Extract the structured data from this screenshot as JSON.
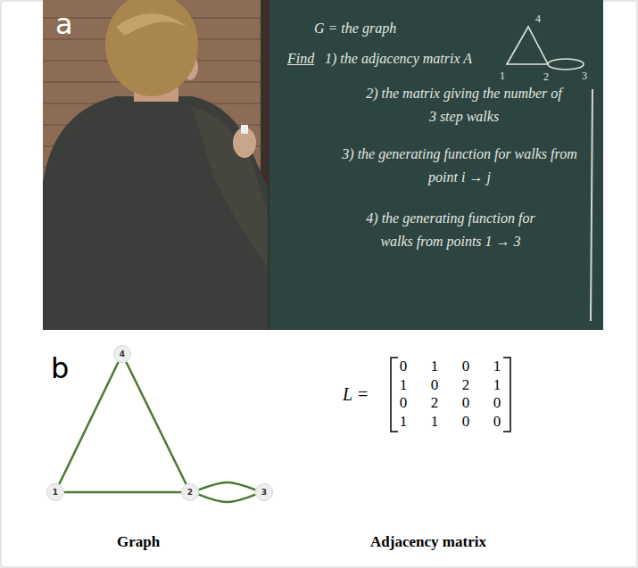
{
  "diagram": {
    "nodes": [
      {
        "text": [
          "4"
        ]
      },
      {
        "text": [
          "1"
        ]
      },
      {
        "text": [
          "2"
        ]
      },
      {
        "text": [
          "3"
        ]
      }
    ],
    "edges": [
      {
        "from": 0,
        "to": 1,
        "arrow": "none"
      },
      {
        "from": 0,
        "to": 2,
        "arrow": "none"
      },
      {
        "from": 1,
        "to": 2,
        "arrow": "none"
      },
      {
        "from": 2,
        "to": 3,
        "arrow": "none"
      },
      {
        "from": 2,
        "to": 3,
        "arrow": "none"
      }
    ],
    "labels": [
      "a",
      "G = the graph",
      "Find",
      "1) the adjacency matrix A",
      "2) the matrix giving the number of 3 step walks",
      "3) the generating function for walks from point i → j",
      "4) the generating function for walks from points 1 → 3",
      "4",
      "1",
      "2",
      "3",
      "b",
      "L =",
      "0",
      "1",
      "0",
      "1",
      "1",
      "0",
      "2",
      "1",
      "0",
      "2",
      "0",
      "0",
      "1",
      "1",
      "0",
      "0",
      "Graph",
      "Adjacency matrix"
    ]
  }
}
